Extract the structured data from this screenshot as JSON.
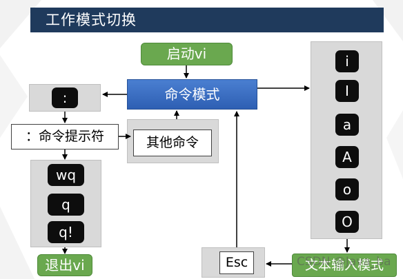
{
  "title": "工作模式切换",
  "nodes": {
    "start": "启动vi",
    "command_mode": "命令模式",
    "colon_key": ":",
    "prompt": "：命令提示符",
    "other_commands": "其他命令",
    "exit_keys": [
      "wq",
      "q",
      "q!"
    ],
    "exit": "退出vi",
    "insert_keys": [
      "i",
      "I",
      "a",
      "A",
      "o",
      "O"
    ],
    "esc": "Esc",
    "text_input_mode": "文本输入模式"
  },
  "watermark": "CSDN @Java_ba",
  "colors": {
    "title_bg": "#1f3a5c",
    "green": "#6aa84f",
    "blue": "#2e5fb3",
    "gray_panel": "#d9d9d9",
    "key_bg": "#0d0d0d"
  }
}
